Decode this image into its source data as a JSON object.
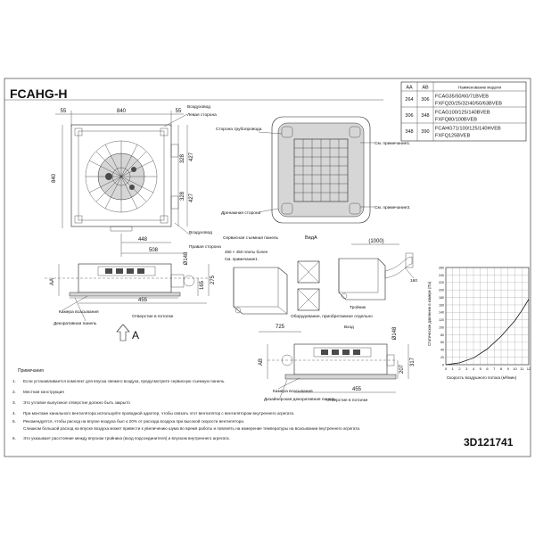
{
  "title": "FCAHG-H",
  "drawing_number": "3D121741",
  "table": {
    "headers": [
      "AA",
      "AB",
      "Наименование модели"
    ],
    "rows": [
      {
        "aa": "264",
        "ab": "306",
        "models": [
          "FCAG35/50/60/71BVEB",
          "FXFQ20/25/32/40/50/63BVEB"
        ]
      },
      {
        "aa": "306",
        "ab": "348",
        "models": [
          "FCAG100/125/140BVEB",
          "FXFQ80/100BVEB"
        ]
      },
      {
        "aa": "348",
        "ab": "390",
        "models": [
          "FCAHG71/100/125/140HVEB",
          "FXFQ125BVEB"
        ]
      }
    ]
  },
  "dims": {
    "d55a": "55",
    "d840": "840",
    "d55b": "55",
    "d840v": "840",
    "d328a": "328",
    "d427a": "427",
    "d328b": "328",
    "d427b": "427",
    "d448": "448",
    "d508": "508",
    "d148": "Ø148",
    "d165": "165",
    "d275": "275",
    "d455": "455",
    "daa": "AA",
    "d1000": "(1000)",
    "d725": "725",
    "d148b": "Ø148",
    "dab": "AB",
    "d207": "207",
    "d317": "317",
    "d455b": "455",
    "d160": "160"
  },
  "labels": {
    "outlet_left": "Воздуховод",
    "left_side": "Левая сторона",
    "pipe_side": "Сторона трубопровода",
    "drain_side": "Дренажная сторона",
    "note1": "См. примечание1.",
    "note3": "См. примечание3.",
    "duct_right": "Воздуховод",
    "right_side": "Правая сторона",
    "service_panel": "Сервисная съемная панель",
    "view_a": "ВидA",
    "hole_450": "450 × 450 плиты более",
    "note1b": "См. примечание1.",
    "tee": "Тройник",
    "extra_equipment": "Оборудование, приобретаемое отдельно",
    "inlet": "Вход",
    "suction_chamber": "Камера всасывания",
    "decor_panel": "Декоративная панель",
    "ceiling_hole": "Отверстие в потолке",
    "arrow_a": "A",
    "suction_chamber2": "Камера всасывания",
    "decor_panel2": "Дизайнерская декоративная панель",
    "ceiling_hole2": "Отверстие в потолке"
  },
  "chart_data": {
    "type": "line",
    "title": "",
    "xlabel": "Скорость воздушного потока (м³/мин)",
    "ylabel": "Статическое давление в камере (Па)",
    "x_ticks": [
      "0",
      "1",
      "2",
      "3",
      "4",
      "5",
      "6",
      "7",
      "8",
      "9",
      "10",
      "11",
      "12"
    ],
    "y_ticks": [
      "0",
      "20",
      "40",
      "60",
      "80",
      "100",
      "120",
      "140",
      "160",
      "180",
      "200",
      "220",
      "240",
      "260"
    ],
    "xlim": [
      0,
      12
    ],
    "ylim": [
      0,
      260
    ],
    "grid": true,
    "series": [
      {
        "x": [
          0,
          2,
          4,
          6,
          8,
          10,
          11,
          12
        ],
        "y": [
          0,
          5,
          18,
          42,
          76,
          118,
          145,
          175
        ]
      }
    ]
  },
  "notes": {
    "header": "Примечания",
    "items": [
      {
        "n": "1.",
        "text": "Если устанавливается комплект для впуска свежего воздуха, предусмотрите сервисную съемную панель."
      },
      {
        "n": "2.",
        "text": "Местная конструкция"
      },
      {
        "n": "3.",
        "text": "Это угловое выпускное отверстие должно быть закрыто"
      },
      {
        "n": "4.",
        "text": "При монтаже канального вентилятора используйте проводной адаптер, чтобы связать этот вентилятор с вентилятором внутреннего агрегата."
      },
      {
        "n": "5.",
        "text": "Рекомендуется, чтобы расход на впуске воздуха был ≤ 20% от расхода воздуха при высокой скорости вентилятора."
      },
      {
        "n": "",
        "text": "Слишком большой расход на впуске воздуха может привести к увеличению шума во время работы и повлиять на измерение температуры на всасывании внутреннего агрегата."
      },
      {
        "n": "6.",
        "text": "Это указывает расстояние между впуском тройника (вход подсоединителя) и впуском внутреннего агрегата."
      }
    ]
  }
}
